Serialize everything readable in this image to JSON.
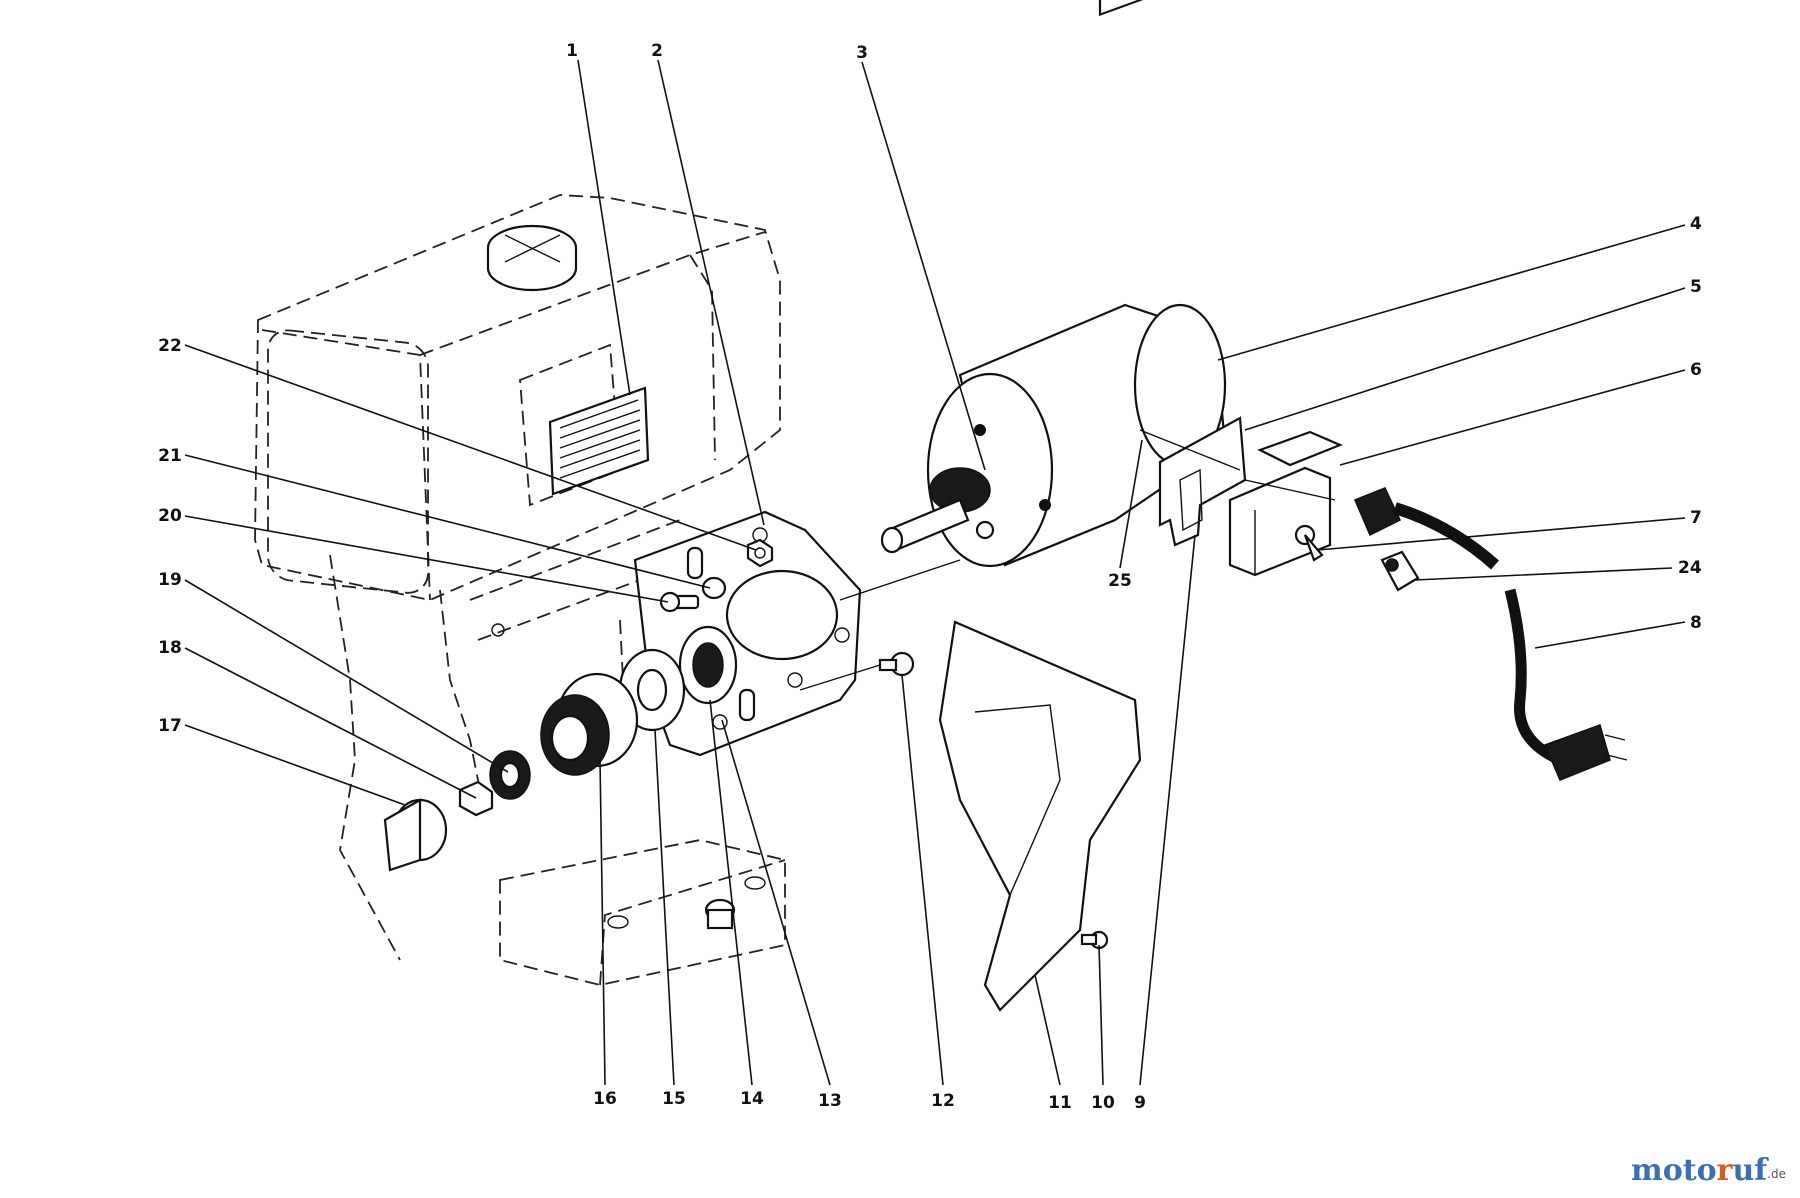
{
  "diagram": {
    "callouts": [
      {
        "id": "1",
        "text": "1"
      },
      {
        "id": "2",
        "text": "2"
      },
      {
        "id": "3",
        "text": "3"
      },
      {
        "id": "4",
        "text": "4"
      },
      {
        "id": "5",
        "text": "5"
      },
      {
        "id": "6",
        "text": "6"
      },
      {
        "id": "7",
        "text": "7"
      },
      {
        "id": "24",
        "text": "24"
      },
      {
        "id": "8",
        "text": "8"
      },
      {
        "id": "22",
        "text": "22"
      },
      {
        "id": "21",
        "text": "21"
      },
      {
        "id": "20",
        "text": "20"
      },
      {
        "id": "19",
        "text": "19"
      },
      {
        "id": "18",
        "text": "18"
      },
      {
        "id": "17",
        "text": "17"
      },
      {
        "id": "25",
        "text": "25"
      },
      {
        "id": "16",
        "text": "16"
      },
      {
        "id": "15",
        "text": "15"
      },
      {
        "id": "14",
        "text": "14"
      },
      {
        "id": "13",
        "text": "13"
      },
      {
        "id": "12",
        "text": "12"
      },
      {
        "id": "11",
        "text": "11"
      },
      {
        "id": "10",
        "text": "10"
      },
      {
        "id": "9",
        "text": "9"
      }
    ]
  },
  "watermark": {
    "part1": "moto",
    "part2": "r",
    "part3": "uf",
    "suffix": ".de"
  }
}
